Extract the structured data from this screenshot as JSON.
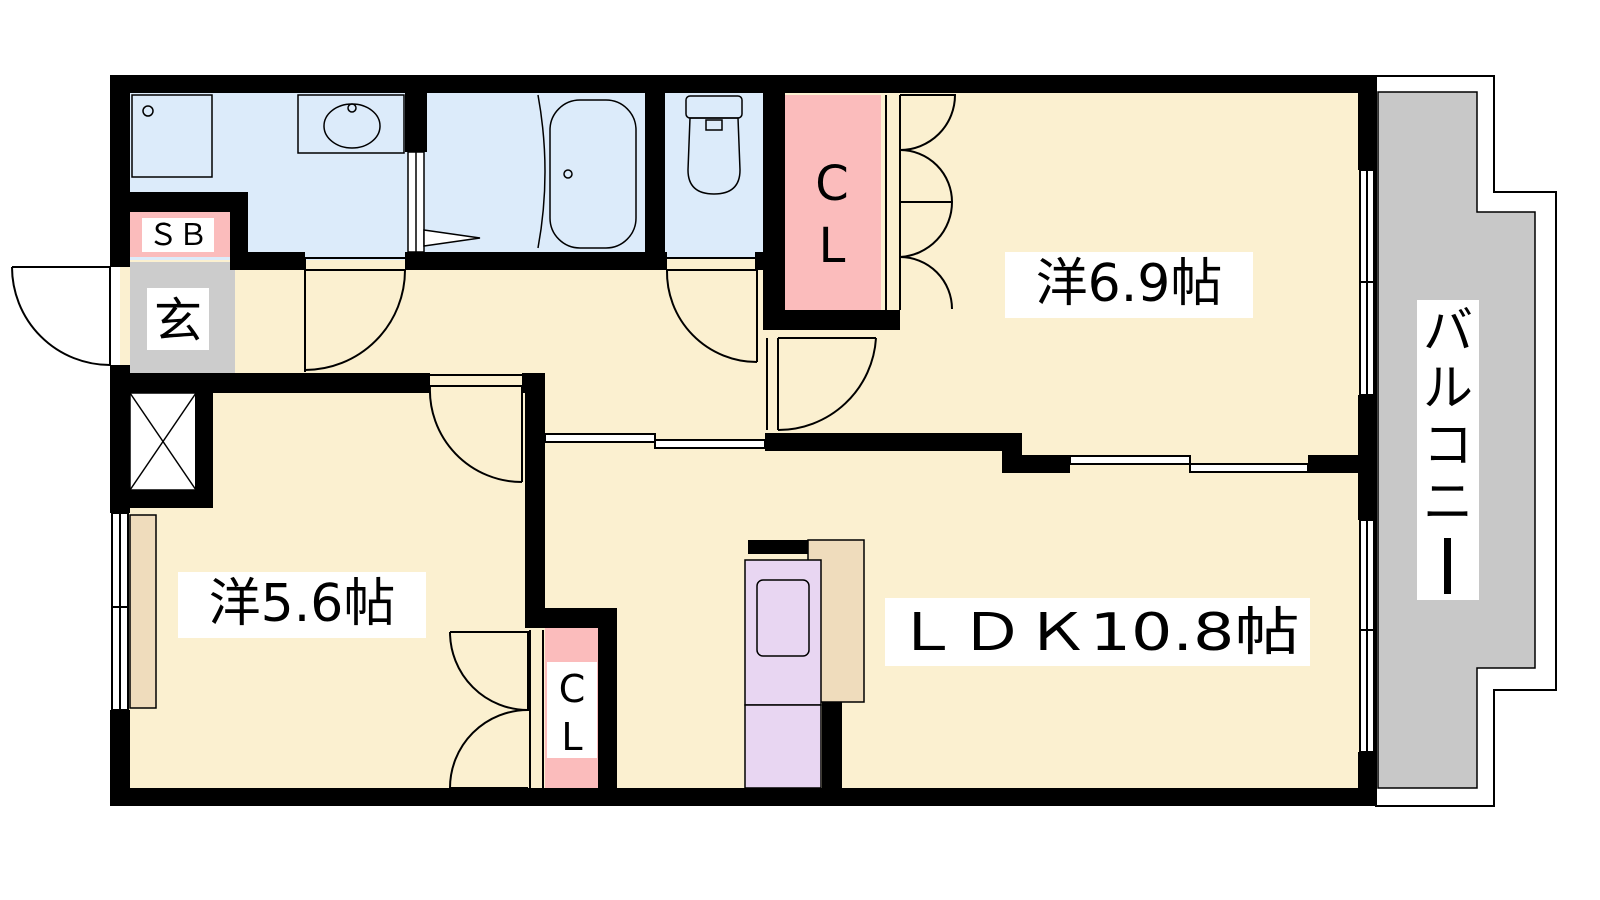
{
  "rooms": {
    "western_1": {
      "label": "洋6.9帖"
    },
    "western_2": {
      "label": "洋5.6帖"
    },
    "ldk": {
      "label": "ＬＤＫ10.8帖"
    }
  },
  "closets": {
    "cl_top": {
      "line1": "C",
      "line2": "L"
    },
    "cl_bottom": {
      "line1": "C",
      "line2": "L"
    }
  },
  "shoe_box": {
    "label": "ＳＢ"
  },
  "entrance": {
    "label": "玄"
  },
  "balcony": {
    "chars": [
      "バ",
      "ル",
      "コ",
      "ニ",
      "ー"
    ]
  },
  "colors": {
    "room_floor": "#fbf0d0",
    "wet_area": "#dcebfa",
    "closet": "#fbbcbc",
    "entrance": "#cccccc",
    "balcony": "#c8c8c8",
    "fridge": "#e8d6f2",
    "counter": "#efdcbc",
    "wall": "#000000"
  }
}
